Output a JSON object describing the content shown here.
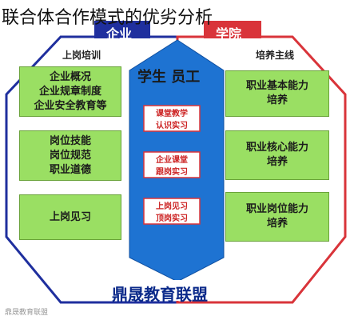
{
  "page": {
    "title": "联合体合作模式的优劣分析"
  },
  "enterprise": {
    "label": "企业",
    "section_title": "上岗培训",
    "boxes": [
      {
        "lines": [
          "企业概况",
          "企业规章制度",
          "企业安全教育等"
        ]
      },
      {
        "lines": [
          "岗位技能",
          "岗位规范",
          "职业道德"
        ]
      },
      {
        "lines": [
          "上岗见习"
        ]
      }
    ]
  },
  "school": {
    "label": "学院",
    "section_title": "培养主线",
    "boxes": [
      {
        "lines": [
          "职业基本能力",
          "培养"
        ]
      },
      {
        "lines": [
          "职业核心能力",
          "培养"
        ]
      },
      {
        "lines": [
          "职业岗位能力",
          "培养"
        ]
      }
    ]
  },
  "center": {
    "title": "学生 员工",
    "items": [
      {
        "lines": [
          "课堂教学",
          "认识实习"
        ]
      },
      {
        "lines": [
          "企业课堂",
          "跟岗实习"
        ]
      },
      {
        "lines": [
          "上岗见习",
          "顶岗实习"
        ]
      }
    ]
  },
  "footer": {
    "alliance": "鼎晟教育联盟"
  },
  "watermark": {
    "text": "鼎晟教育联盟"
  },
  "colors": {
    "left_frame": "#1f2f9e",
    "right_frame": "#d9343a",
    "center_fill": "#1e73d2",
    "box_fill": "#9adf63",
    "item_border": "#d9343a"
  }
}
